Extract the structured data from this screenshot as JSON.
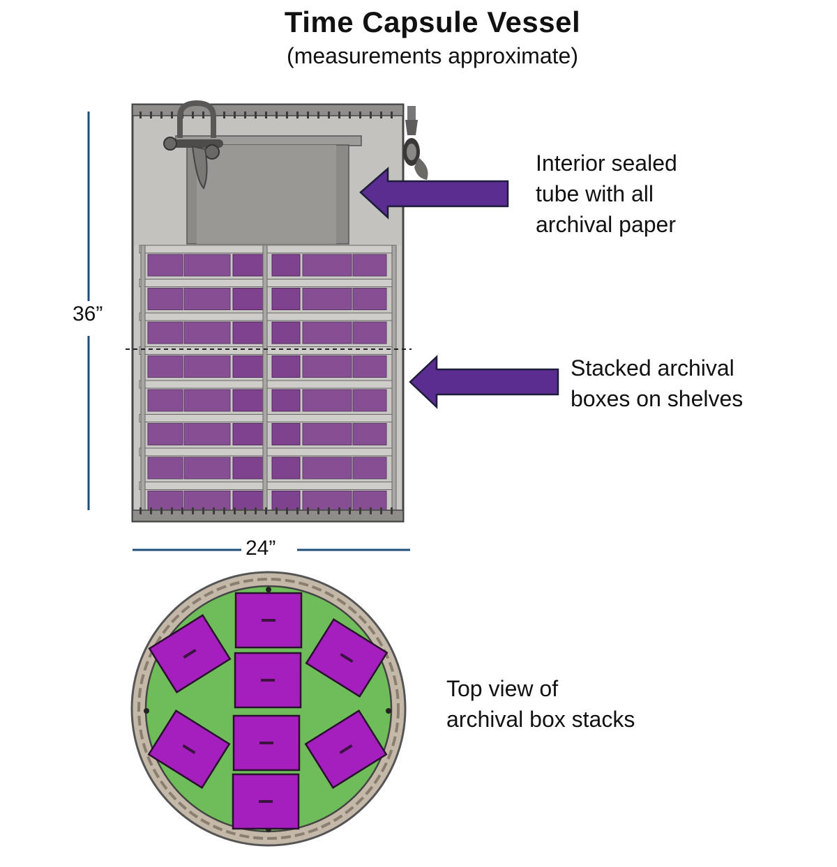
{
  "title": "Time Capsule Vessel",
  "subtitle": "(measurements approximate)",
  "dimensions": {
    "height": "36”",
    "width": "24”"
  },
  "callouts": {
    "tube": {
      "line1": "Interior sealed",
      "line2": "tube with all",
      "line3": "archival paper"
    },
    "boxes": {
      "line1": "Stacked archival",
      "line2": "boxes on shelves"
    },
    "top_view": {
      "line1": "Top view of",
      "line2": "archival box stacks"
    }
  },
  "colors": {
    "box_purple": "#7b3b8c",
    "arrow_purple": "#5b2d91",
    "top_box_magenta": "#a51fbf",
    "top_view_green": "#6ebd5a",
    "dimension_line": "#1f4e79",
    "vessel_gray": "#b9b7b3"
  },
  "icons": {
    "lifting_shackle": "shackle-icon",
    "valve": "valve-icon"
  }
}
